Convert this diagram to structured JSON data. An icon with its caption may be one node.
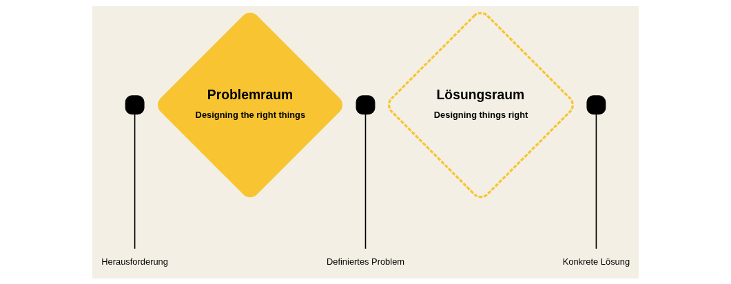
{
  "diagram": {
    "nodes": [
      {
        "text": [],
        "shape": "box"
      },
      {
        "text": [
          "Problemraum",
          "Designing the right things"
        ]
      },
      {
        "text": [],
        "shape": "box"
      },
      {
        "text": [
          "Lösungsraum",
          "Designing things right"
        ]
      },
      {
        "text": [],
        "shape": "box"
      },
      {
        "text": [
          "Herausforderung"
        ]
      },
      {
        "text": [
          "Definiertes Problem"
        ]
      },
      {
        "text": [
          "Konkrete Lösung"
        ]
      }
    ],
    "edges": [
      {
        "from": 5,
        "to": 0,
        "arrow": "none"
      },
      {
        "from": 6,
        "to": 2,
        "arrow": "none"
      },
      {
        "from": 7,
        "to": 4,
        "arrow": "none"
      }
    ]
  }
}
